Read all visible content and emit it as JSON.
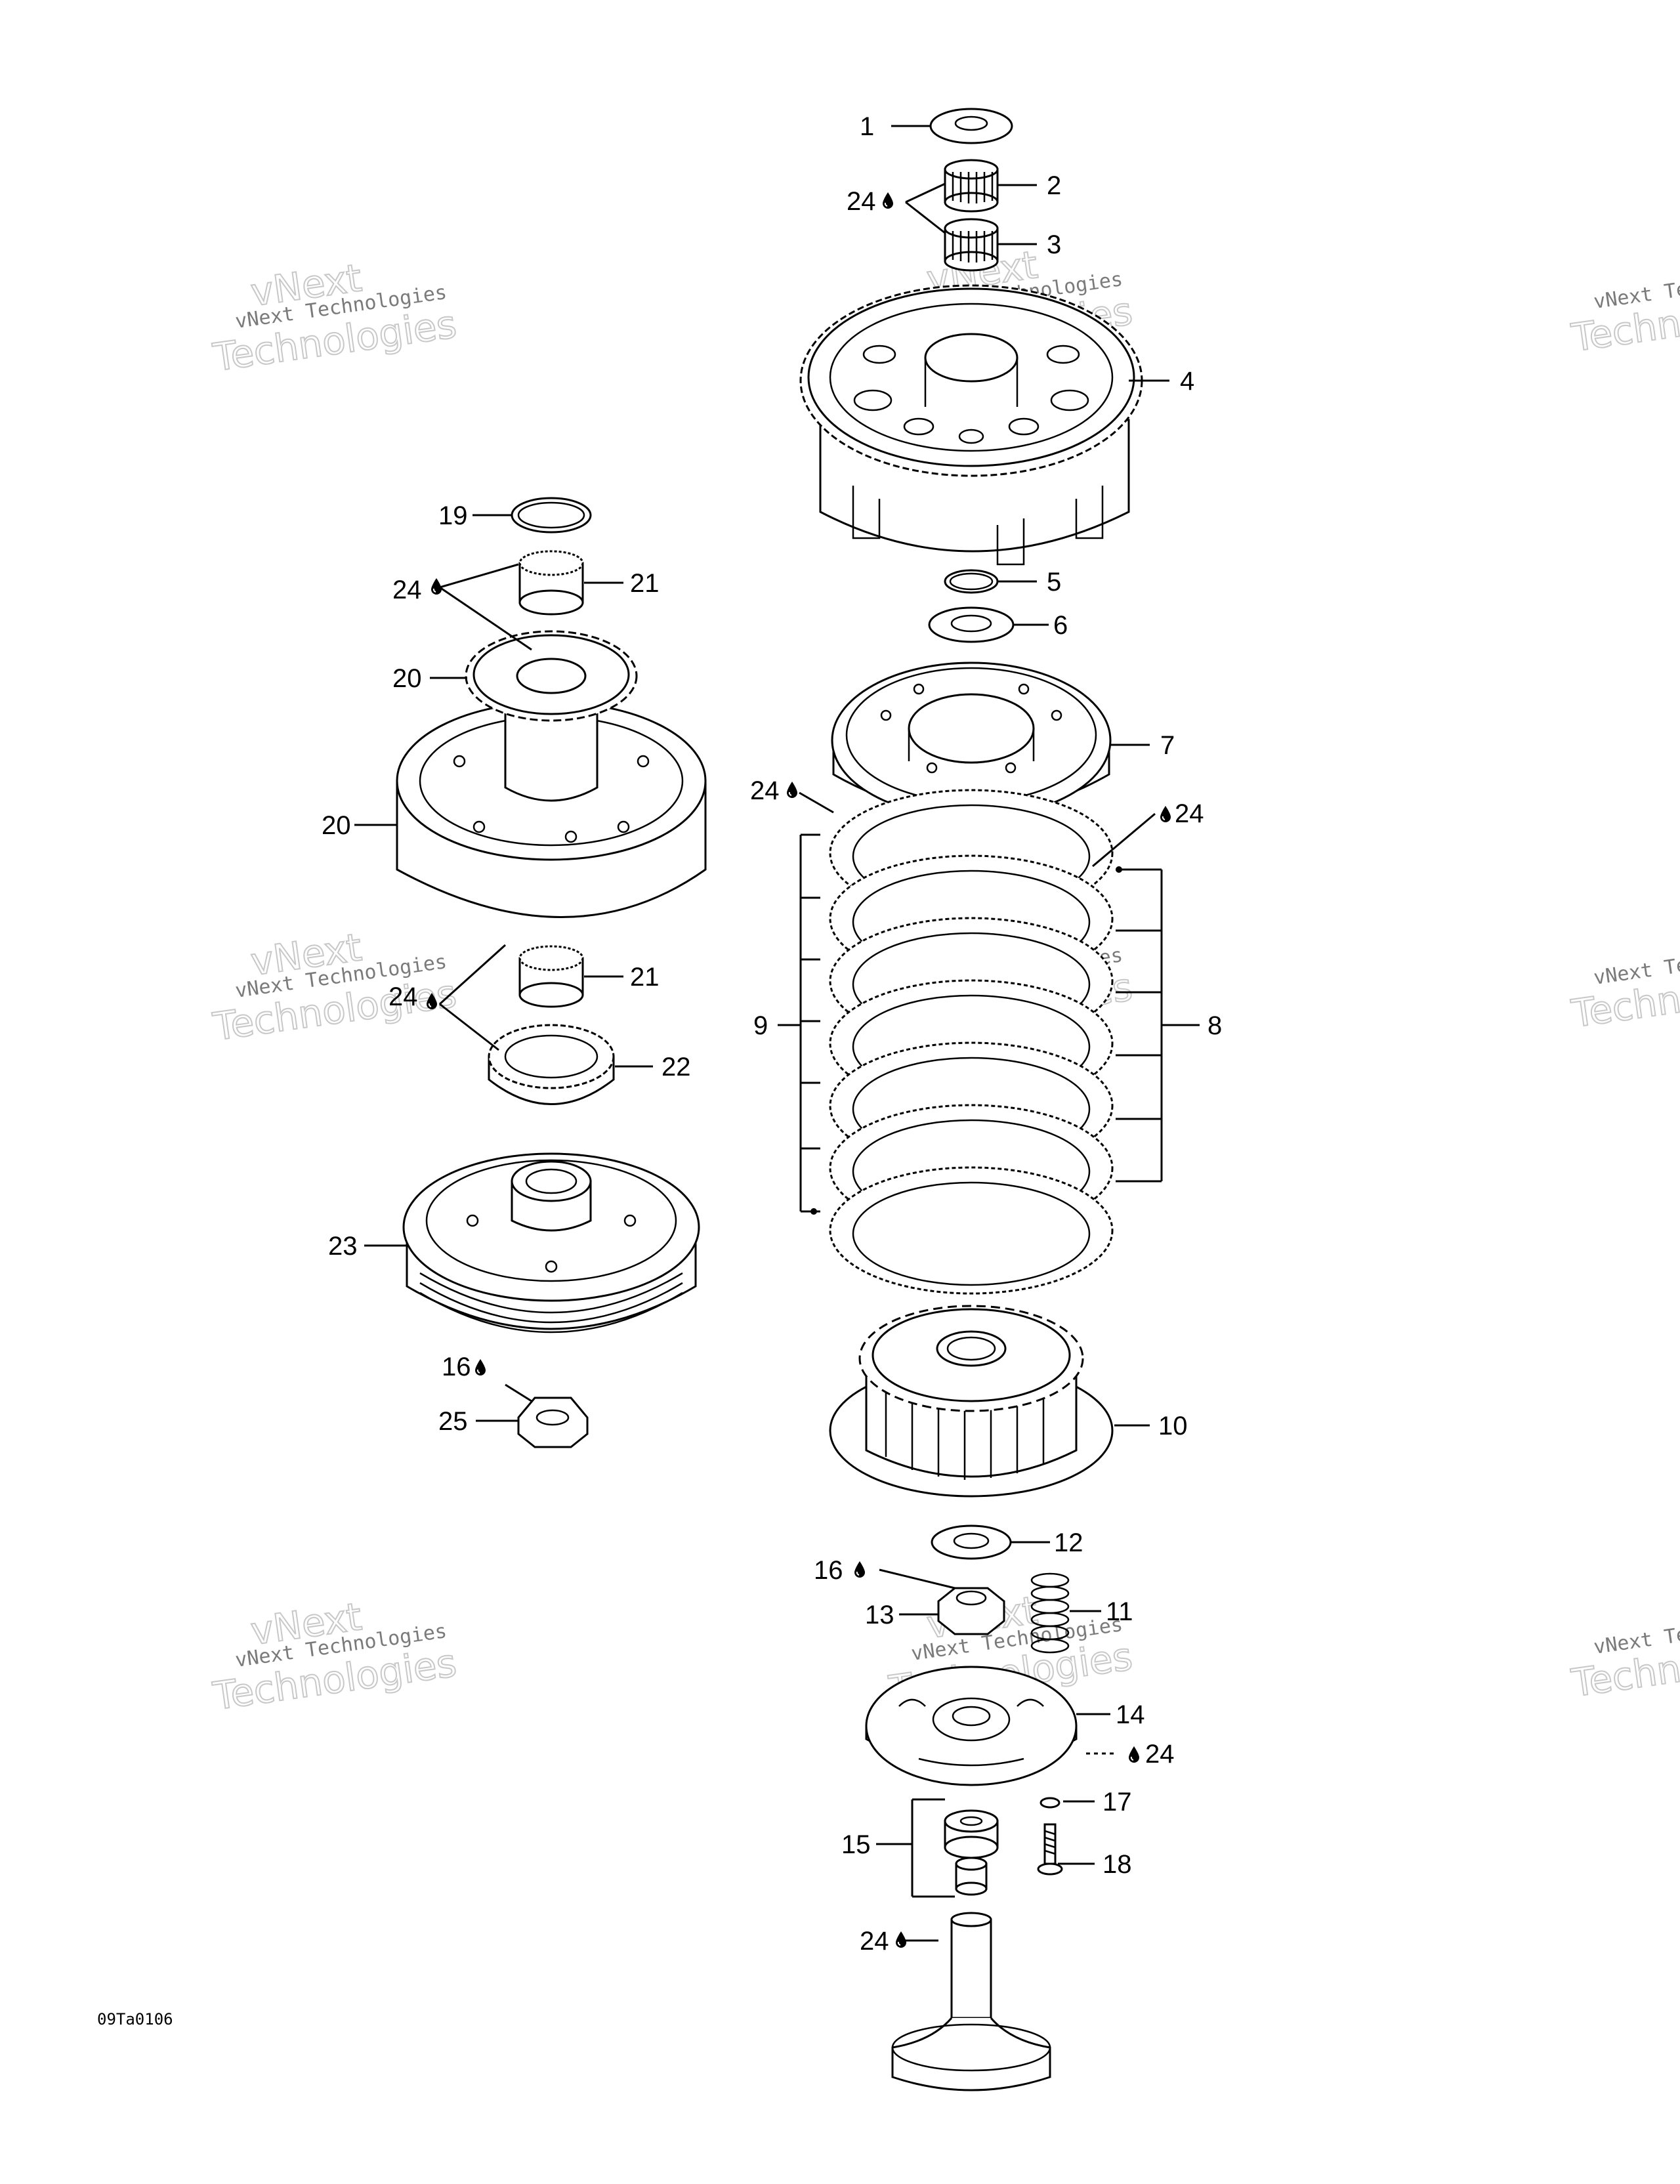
{
  "callouts": {
    "c1": "1",
    "c2": "2",
    "c3": "3",
    "c4": "4",
    "c5": "5",
    "c6": "6",
    "c7": "7",
    "c8": "8",
    "c9": "9",
    "c10": "10",
    "c11": "11",
    "c12": "12",
    "c13": "13",
    "c14": "14",
    "c15": "15",
    "c16a": "16",
    "c16b": "16",
    "c17": "17",
    "c18": "18",
    "c19": "19",
    "c20a": "20",
    "c20b": "20",
    "c21a": "21",
    "c21b": "21",
    "c22": "22",
    "c23": "23",
    "c24a": "24",
    "c24b": "24",
    "c24c": "24",
    "c24d": "24",
    "c24e": "24",
    "c24f": "24",
    "c24g": "24",
    "c25": "25"
  },
  "watermark": {
    "line1": "vNext Technologies",
    "line2": "Technologies",
    "brand": "vNext"
  },
  "drawing_code": "09Ta0106",
  "icons": {
    "lubricant": "oil-drop-icon"
  }
}
